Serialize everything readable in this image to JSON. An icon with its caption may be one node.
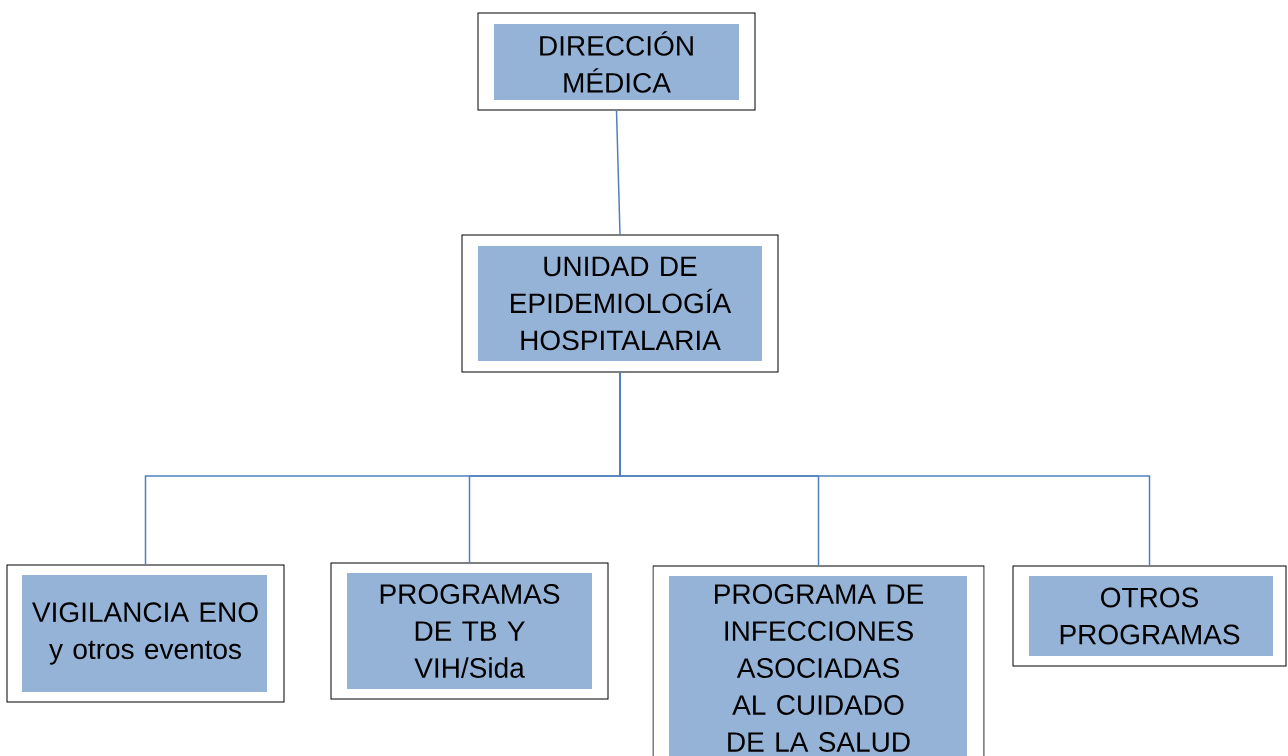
{
  "diagram": {
    "nodes": [
      {
        "text": [
          "DIRECCIÓN MÉDICA"
        ]
      },
      {
        "text": [
          "UNIDAD DE EPIDEMIOLOGÍA HOSPITALARIA"
        ]
      },
      {
        "text": [
          "VIGILANCIA ENO y otros eventos"
        ]
      },
      {
        "text": [
          "PROGRAMAS DE TB Y VIH/Sida"
        ]
      },
      {
        "text": [
          "PROGRAMA DE INFECCIONES ASOCIADAS AL CUIDADO DE LA SALUD"
        ]
      },
      {
        "text": [
          "OTROS PROGRAMAS"
        ]
      }
    ],
    "edges": [
      {
        "from": 0,
        "to": 1,
        "arrow": "none"
      },
      {
        "from": 1,
        "to": 2,
        "arrow": "none"
      },
      {
        "from": 1,
        "to": 3,
        "arrow": "none"
      },
      {
        "from": 1,
        "to": 4,
        "arrow": "none"
      },
      {
        "from": 1,
        "to": 5,
        "arrow": "none"
      }
    ]
  }
}
